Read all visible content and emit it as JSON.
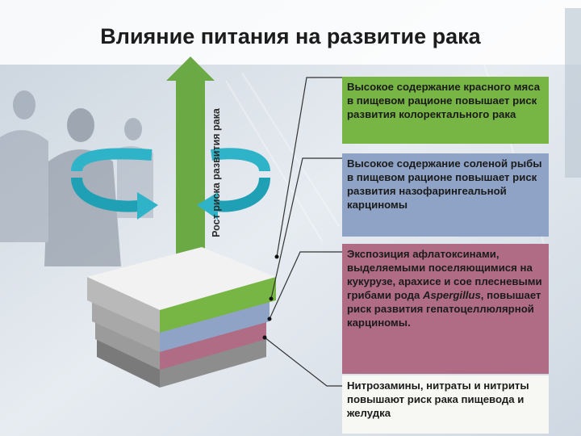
{
  "slide": {
    "title": "Влияние питания на развитие рака",
    "vertical_label": "Рост риска развития рака"
  },
  "boxes": [
    {
      "text": "Высокое содержание красного мяса в пищевом рационе повышает риск развития колоректального рака",
      "color": "#77b544"
    },
    {
      "text": "Высокое содержание соленой рыбы в пищевом рационе повышает риск развития назофарингеальной карциномы",
      "color": "#8ea3c6"
    },
    {
      "text_before": "Экспозиция афлатоксинами, выделяемыми поселяющимися на кукурузе, арахисе и сое плесневыми грибами рода ",
      "text_italic": "Aspergillus",
      "text_after": ", повышает риск развития гепатоцеллюлярной карциномы.",
      "color": "#b06c84"
    },
    {
      "text": "Нитрозамины, нитраты и нитриты  повышают риск рака пищевода и желудка",
      "color": "#f7f7f4"
    }
  ],
  "colors": {
    "arrow": "#6aa944",
    "green_layer": "#77b544",
    "blue_layer": "#8ea3c6",
    "pink_layer": "#b06c84",
    "gray_layer": "#8d8d8d",
    "circular_arrows": "#2fb3c8"
  },
  "icons": [
    "circular-arrow-left-icon",
    "circular-arrow-right-icon",
    "up-arrow-icon"
  ]
}
